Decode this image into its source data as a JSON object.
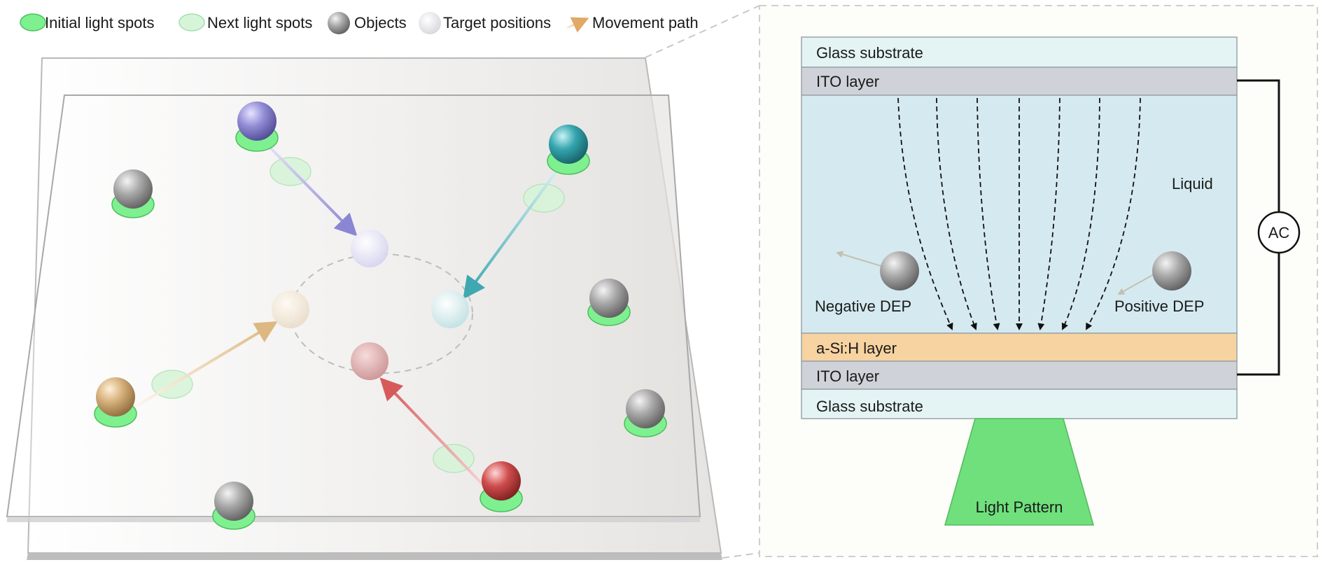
{
  "legend": {
    "initial_spots": "Initial light spots",
    "next_spots": "Next light spots",
    "objects": "Objects",
    "targets": "Target positions",
    "movement": "Movement path"
  },
  "cell": {
    "glass_top": "Glass substrate",
    "ito_top": "ITO layer",
    "liquid": "Liquid",
    "negative_dep": "Negative DEP",
    "positive_dep": "Positive DEP",
    "asi": "a-Si:H layer",
    "ito_bottom": "ITO layer",
    "glass_bottom": "Glass substrate",
    "ac": "AC",
    "light_pattern": "Light Pattern"
  },
  "colors": {
    "initial_spot": "#7ef08f",
    "next_spot": "#d6f5d8",
    "glass": "#e4f4f4",
    "ito": "#cfd2d8",
    "liquid": "#d5eaf0",
    "asi": "#f6d3a0",
    "light": "#6fe07c",
    "purple_object": "#8d86cc",
    "teal_object": "#3ba9b1",
    "tan_object": "#d9b47e",
    "red_object": "#cc4a4a",
    "grey_object": "#9c9c9c"
  }
}
